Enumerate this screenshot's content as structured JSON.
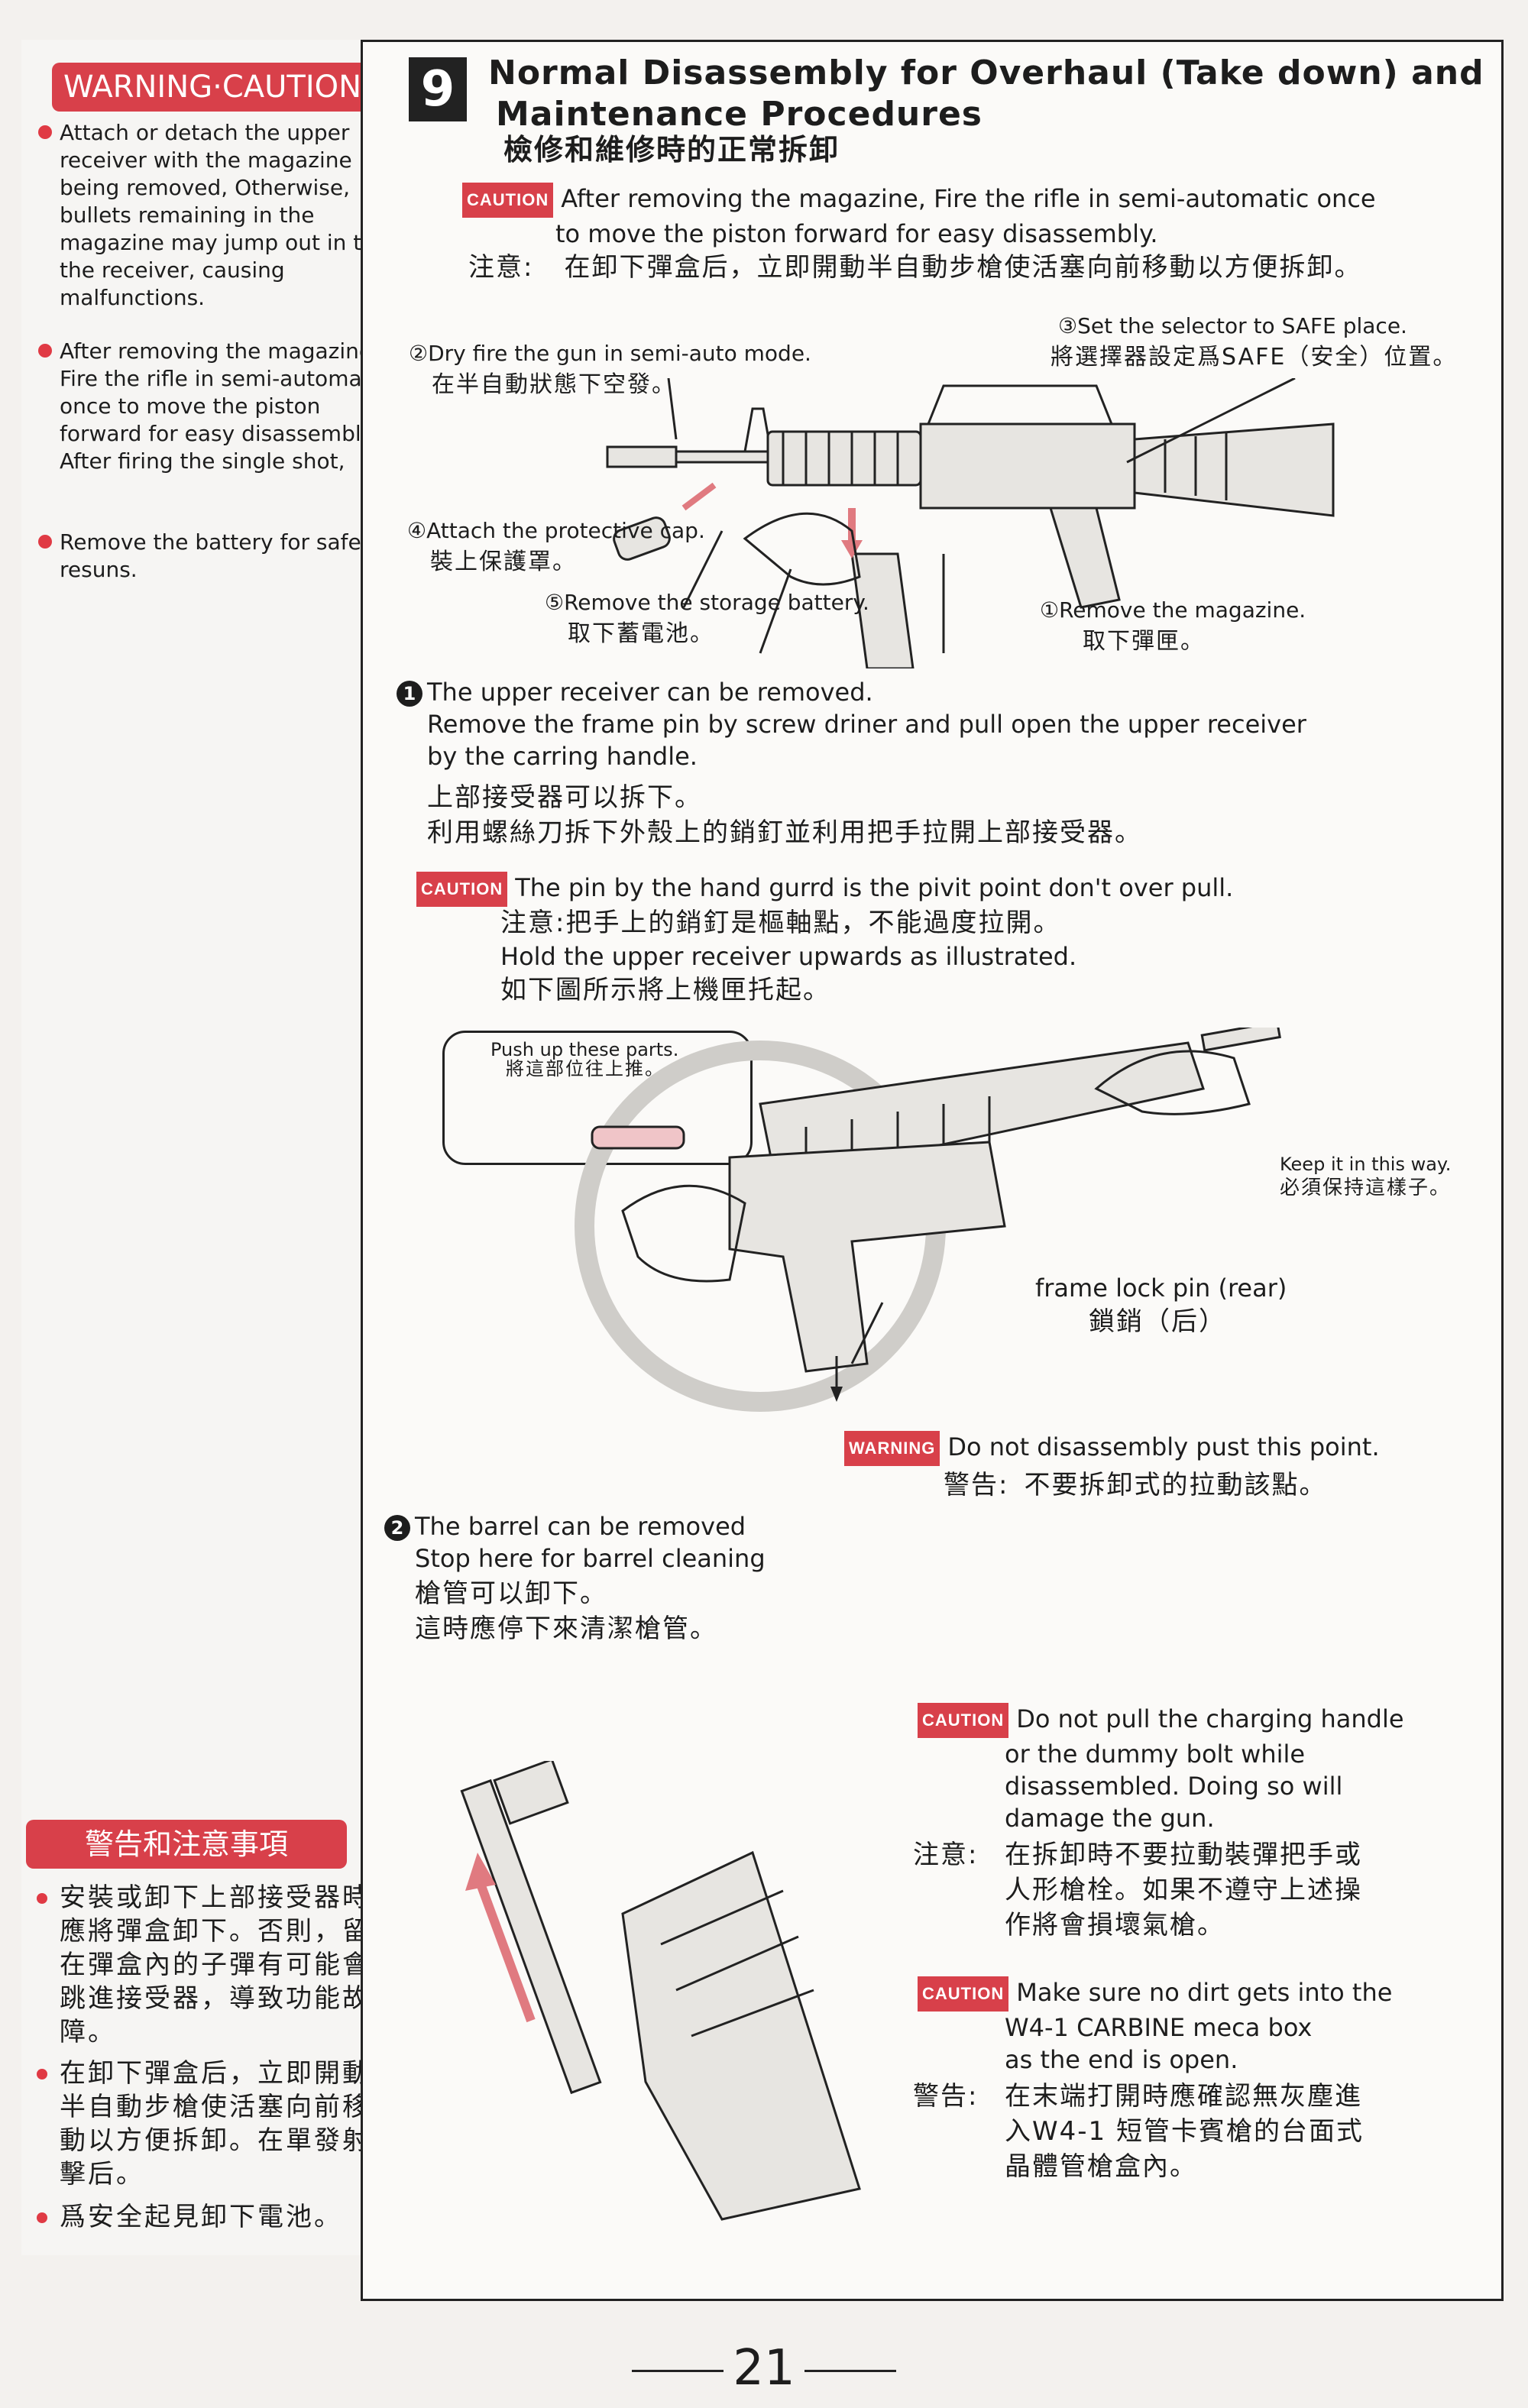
{
  "sidebar": {
    "warning_badge": "WARNING·CAUTION",
    "items": [
      "Attach or detach the upper receiver with the magazine being removed, Otherwise, bullets remaining in the magazine may jump out in to the receiver, causing malfunctions.",
      "After removing the magazine, Fire the rifle in semi-automatic once to move the piston forward for easy disassembly. After firing the single shot,",
      "Remove the battery for safety resuns."
    ],
    "zh_badge": "警告和注意事項",
    "zh_items": [
      "安裝或卸下上部接受器時應將彈盒卸下。否則，留在彈盒內的子彈有可能會跳進接受器，導致功能故障。",
      "在卸下彈盒后，立即開動半自動步槍使活塞向前移動以方便拆卸。在單發射擊后。",
      "爲安全起見卸下電池。"
    ]
  },
  "header": {
    "step": "9",
    "title_line1": "Normal Disassembly for Overhaul (Take down) and",
    "title_line2": "Maintenance Procedures",
    "title_zh": "檢修和維修時的正常拆卸"
  },
  "caution_label": "CAUTION",
  "warning_label": "WARNING",
  "intro": {
    "en_line1": "After removing the magazine, Fire the rifle in semi-automatic once",
    "en_line2": "to move the piston forward for easy disassembly.",
    "zh_label": "注意:",
    "zh": "在卸下彈盒后，立即開動半自動步槍使活塞向前移動以方便拆卸。"
  },
  "fig1": {
    "c2_en": "②Dry fire the gun in  semi-auto mode.",
    "c2_zh": "在半自動狀態下空發。",
    "c3_en": "③Set the selector to SAFE place.",
    "c3_zh": "將選擇器設定爲SAFE（安全）位置。",
    "c4_en": "④Attach the protective  cap.",
    "c4_zh": "裝上保護罩。",
    "c5_en": "⑤Remove the  storage battery.",
    "c5_zh": "取下蓄電池。",
    "c1_en": "①Remove the magazine.",
    "c1_zh": "取下彈匣。"
  },
  "step1": {
    "num": "1",
    "en_line1": "The upper receiver can be removed.",
    "en_line2": "Remove the frame pin by screw driner and pull open the upper receiver",
    "en_line3": "by the carring handle.",
    "zh_line1": "上部接受器可以拆下。",
    "zh_line2": "利用螺絲刀拆下外殼上的銷釘並利用把手拉開上部接受器。",
    "caution_en": "The pin by the hand gurrd is the pivit point don't over pull.",
    "caution_zh": "注意:把手上的銷釘是樞軸點，不能過度拉開。",
    "hold_en": "Hold the upper receiver upwards as illustrated.",
    "hold_zh": "如下圖所示將上機匣托起。"
  },
  "fig2": {
    "push_en": "Push up these parts.",
    "push_zh": "將這部位往上推。",
    "keep_en": "Keep it in this way.",
    "keep_zh": "必須保持這樣子。",
    "pin_en": "frame lock pin (rear)",
    "pin_zh": "鎖銷（后）"
  },
  "warning_note": {
    "en": "Do not disassembly pust this point.",
    "zh_label": "警告:",
    "zh": "不要拆卸式的拉動該點。"
  },
  "step2": {
    "num": "2",
    "en_line1": "The barrel can be removed",
    "en_line2": "Stop here for barrel cleaning",
    "zh_line1": "槍管可以卸下。",
    "zh_line2": "這時應停下來清潔槍管。"
  },
  "caution2": {
    "en_line1": "Do not pull the charging handle",
    "en_line2": "or the dummy bolt while",
    "en_line3": "disassembled. Doing so will",
    "en_line4": "damage the gun.",
    "zh_label": "注意:",
    "zh_line1": "在拆卸時不要拉動裝彈把手或",
    "zh_line2": "人形槍栓。如果不遵守上述操",
    "zh_line3": "作將會損壞氣槍。"
  },
  "caution3": {
    "en_line1": "Make sure no dirt gets into the",
    "en_line2": "W4-1 CARBINE meca box",
    "en_line3": "as the end is open.",
    "zh_label": "警告:",
    "zh_line1": "在末端打開時應確認無灰塵進",
    "zh_line2": "入W4-1 短管卡賓槍的台面式",
    "zh_line3": "晶體管槍盒內。"
  },
  "page_number": "21"
}
